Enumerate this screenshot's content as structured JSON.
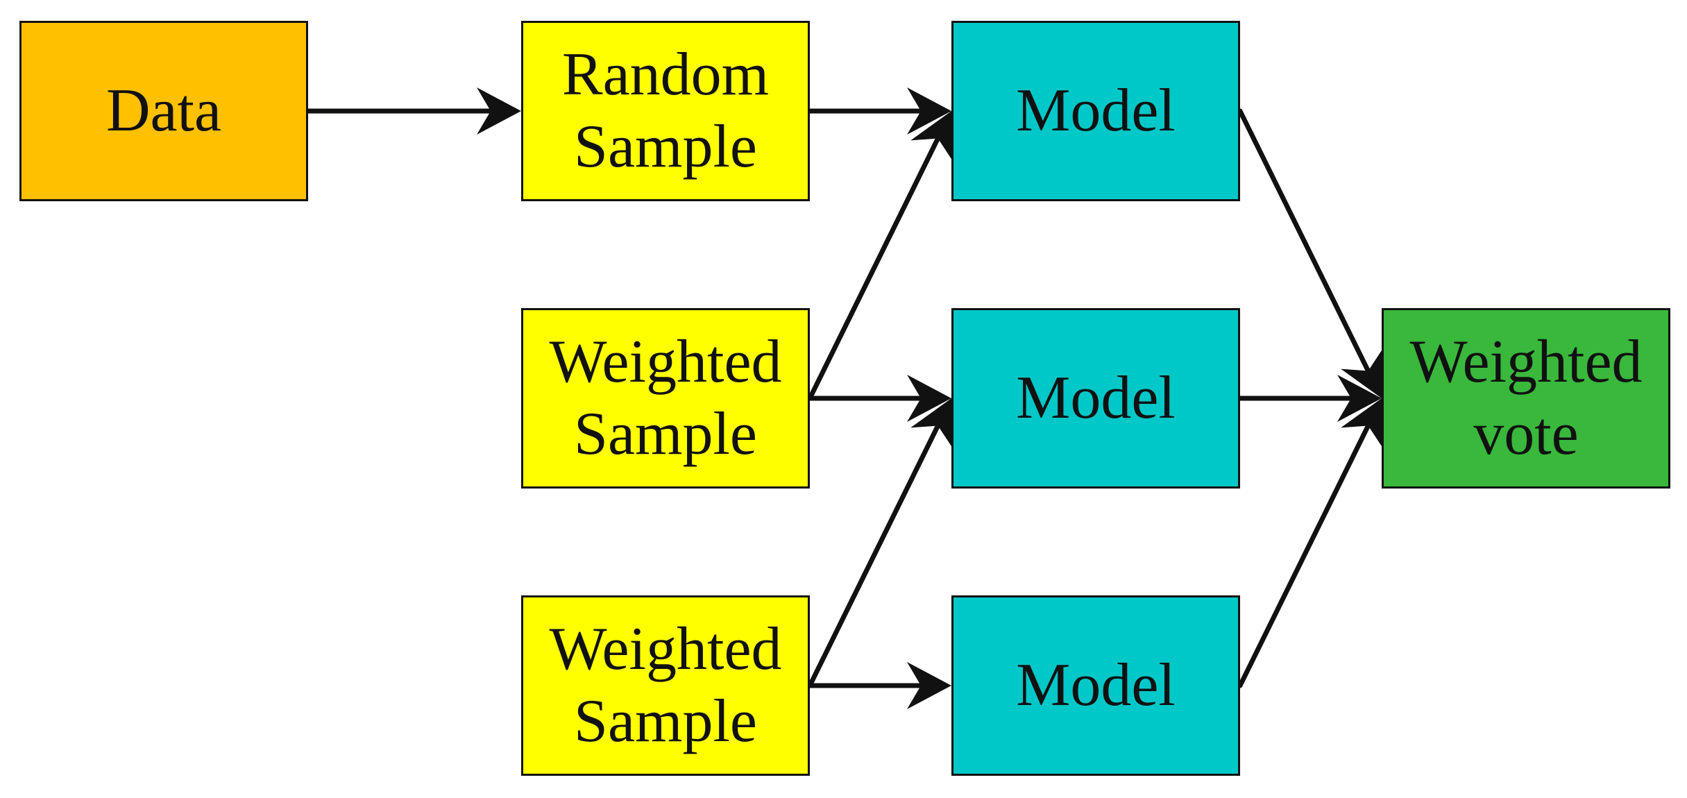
{
  "colors": {
    "data": "#FFC000",
    "sample": "#FFFF00",
    "model": "#00C8C8",
    "vote": "#39B83C",
    "line": "#111111"
  },
  "nodes": {
    "data": {
      "label": "Data"
    },
    "random_sample": {
      "label": "Random\nSample"
    },
    "weighted_sample_1": {
      "label": "Weighted\nSample"
    },
    "weighted_sample_2": {
      "label": "Weighted\nSample"
    },
    "model_1": {
      "label": "Model"
    },
    "model_2": {
      "label": "Model"
    },
    "model_3": {
      "label": "Model"
    },
    "weighted_vote": {
      "label": "Weighted\nvote"
    }
  },
  "edges": [
    {
      "from": "data",
      "to": "random_sample"
    },
    {
      "from": "random_sample",
      "to": "model_1"
    },
    {
      "from": "weighted_sample_1",
      "to": "model_1"
    },
    {
      "from": "weighted_sample_1",
      "to": "model_2"
    },
    {
      "from": "weighted_sample_2",
      "to": "model_2"
    },
    {
      "from": "weighted_sample_2",
      "to": "model_3"
    },
    {
      "from": "model_1",
      "to": "weighted_vote"
    },
    {
      "from": "model_2",
      "to": "weighted_vote"
    },
    {
      "from": "model_3",
      "to": "weighted_vote"
    }
  ]
}
